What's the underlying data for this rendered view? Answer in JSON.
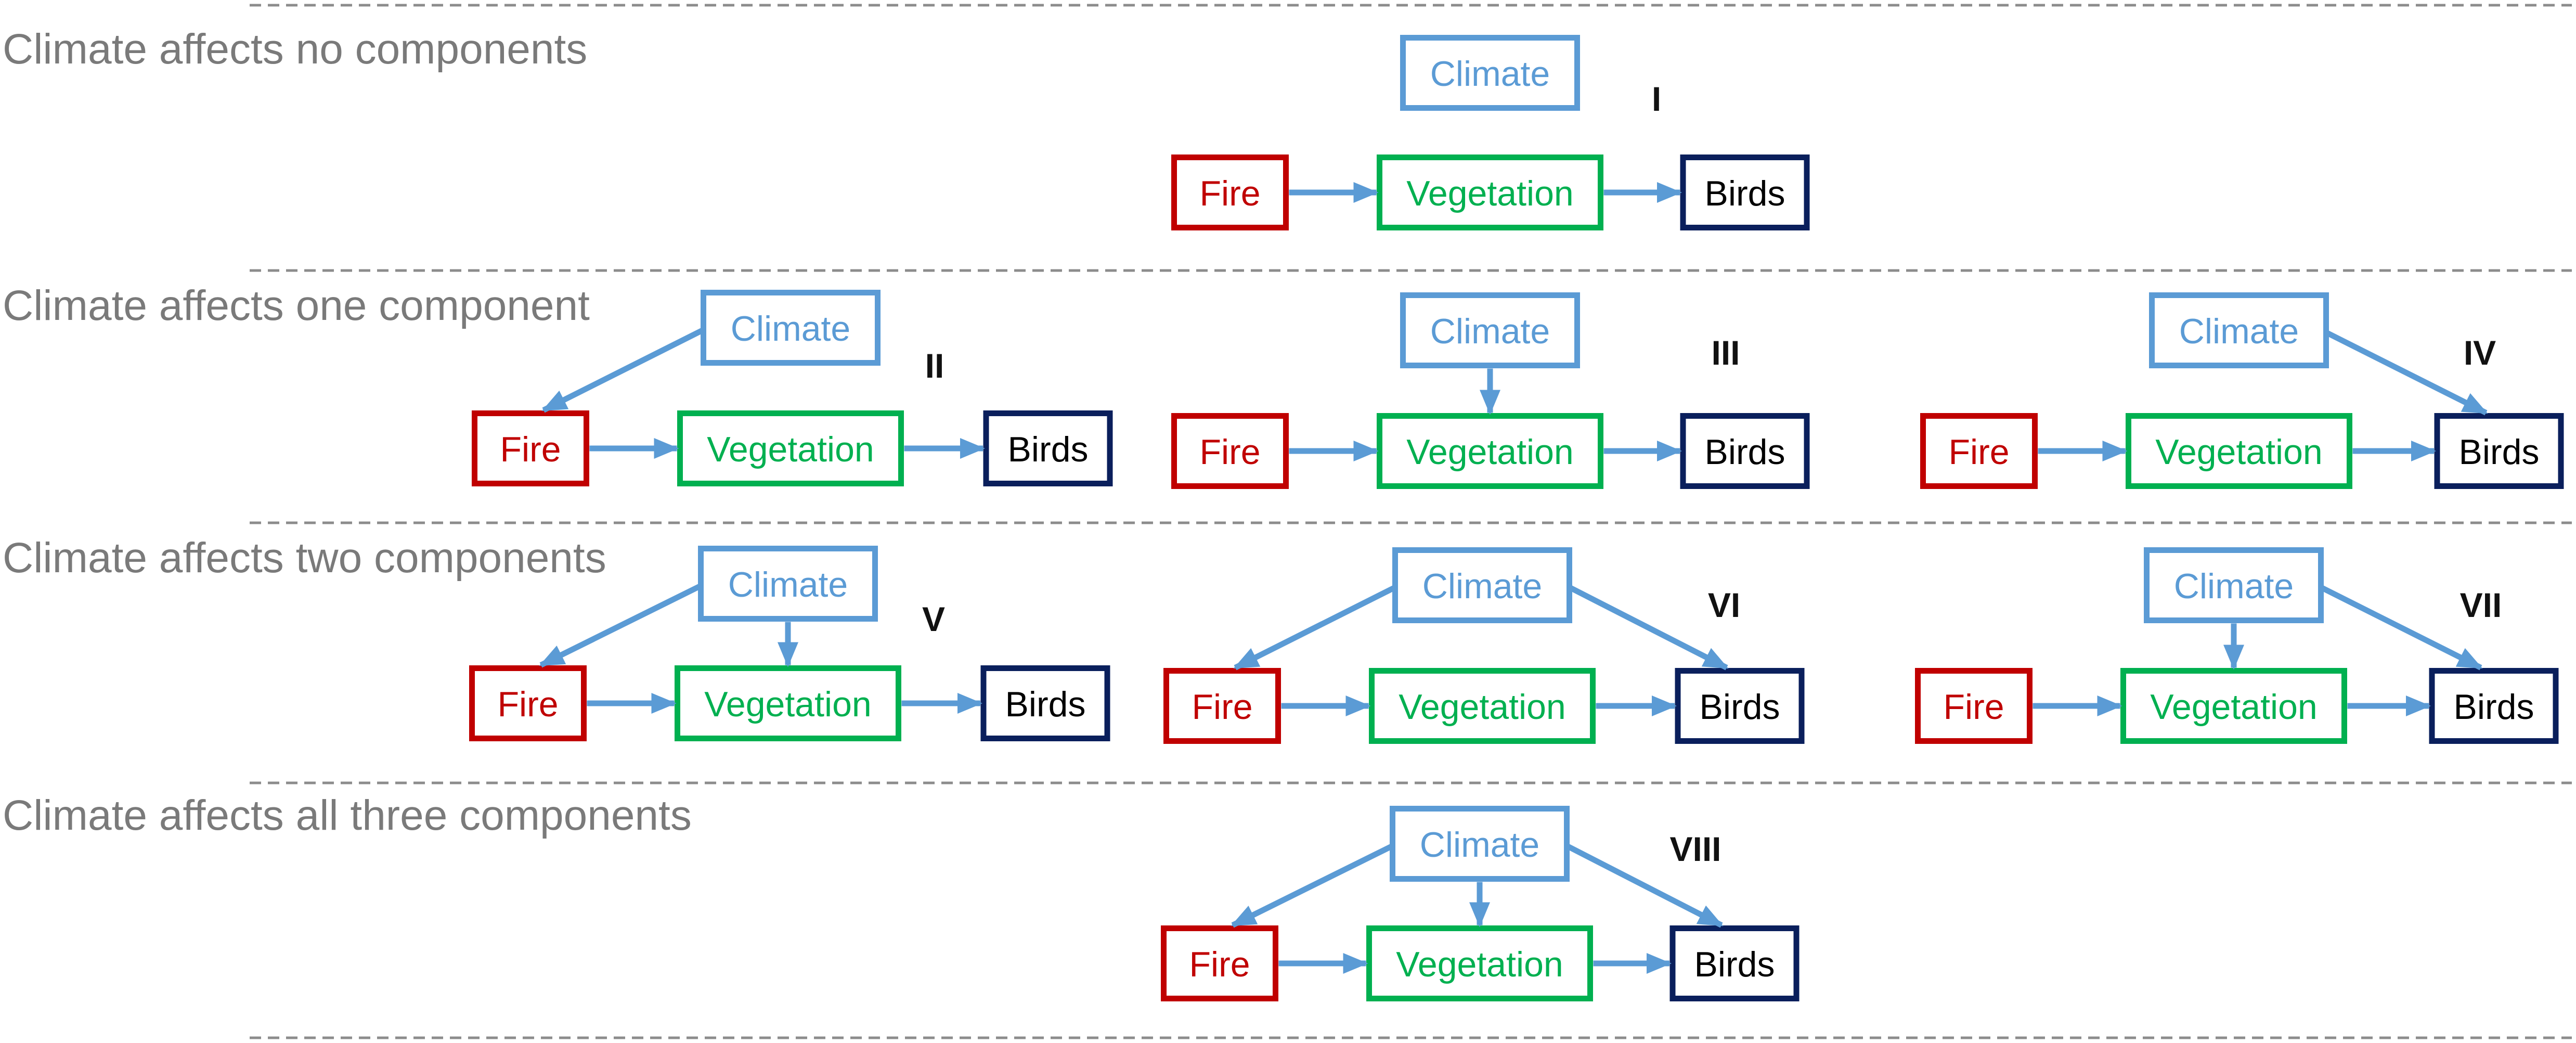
{
  "colors": {
    "climate": "#5b9bd5",
    "fire": "#c00000",
    "vegetation": "#00b050",
    "birds": "#0a1f5c",
    "edge": "#5b9bd5",
    "section_title": "#7a7a7a",
    "separator": "#8c8c8c"
  },
  "sections": [
    {
      "id": "none",
      "title": "Climate affects no components"
    },
    {
      "id": "one",
      "title": "Climate affects one component"
    },
    {
      "id": "two",
      "title": "Climate affects two components"
    },
    {
      "id": "three",
      "title": "Climate affects all three components"
    }
  ],
  "nodes": {
    "climate": "Climate",
    "fire": "Fire",
    "vegetation": "Vegetation",
    "birds": "Birds"
  },
  "diagrams": [
    {
      "id": "I",
      "label": "I",
      "section": "none",
      "climate_affects": []
    },
    {
      "id": "II",
      "label": "II",
      "section": "one",
      "climate_affects": [
        "fire"
      ]
    },
    {
      "id": "III",
      "label": "III",
      "section": "one",
      "climate_affects": [
        "vegetation"
      ]
    },
    {
      "id": "IV",
      "label": "IV",
      "section": "one",
      "climate_affects": [
        "birds"
      ]
    },
    {
      "id": "V",
      "label": "V",
      "section": "two",
      "climate_affects": [
        "fire",
        "vegetation"
      ]
    },
    {
      "id": "VI",
      "label": "VI",
      "section": "two",
      "climate_affects": [
        "fire",
        "birds"
      ]
    },
    {
      "id": "VII",
      "label": "VII",
      "section": "two",
      "climate_affects": [
        "vegetation",
        "birds"
      ]
    },
    {
      "id": "VIII",
      "label": "VIII",
      "section": "three",
      "climate_affects": [
        "fire",
        "vegetation",
        "birds"
      ]
    }
  ],
  "chain_edges": [
    {
      "from": "fire",
      "to": "vegetation"
    },
    {
      "from": "vegetation",
      "to": "birds"
    }
  ]
}
